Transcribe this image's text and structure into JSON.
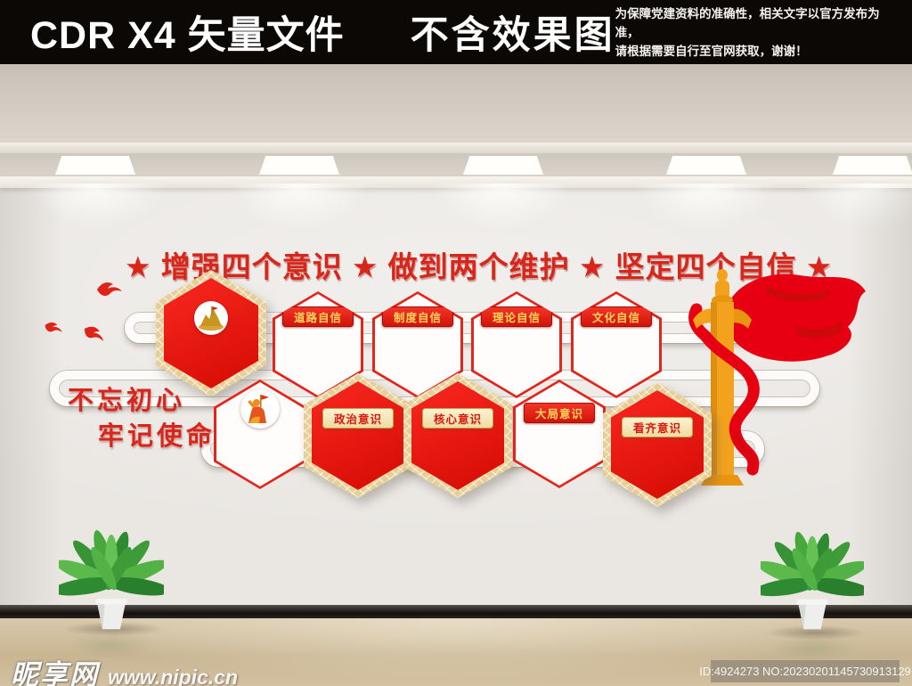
{
  "top_bar": {
    "left_title": "CDR X4 矢量文件",
    "center_title": "不含效果图",
    "notice_line1": "为保障党建资料的准确性，相关文字以官方发布为准，",
    "notice_line2": "请根据需要自行至官网获取，谢谢！"
  },
  "wall": {
    "title": "★ 增强四个意识 ★ 做到两个维护 ★ 坚定四个自信 ★",
    "slogan_line1": "不忘初心",
    "slogan_line2": "牢记使命",
    "row1_labels": [
      "道路自信",
      "制度自信",
      "理论自信",
      "文化自信"
    ],
    "row2_labels": [
      "政治意识",
      "核心意识",
      "大局意识",
      "看齐意识"
    ]
  },
  "watermark": {
    "site_name": "昵享网",
    "site_url": "www.nipic.cn",
    "id_text": "ID:4924273 NO:20230201145730913129"
  },
  "colors": {
    "accent_red": "#e60012",
    "gold": "#f0a01e",
    "frame_cream": "#e6cf96",
    "label_gold_text": "#ffd65c",
    "wall": "#eae7e3",
    "floor": "#cdb996",
    "top_bar_bg": "#0b0806"
  }
}
